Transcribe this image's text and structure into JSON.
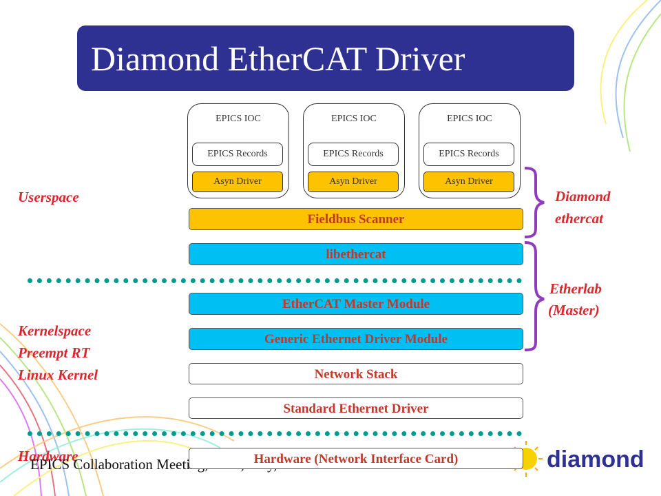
{
  "title": "Diamond EtherCAT Driver",
  "iocs": [
    {
      "label": "EPICS IOC",
      "records": "EPICS Records",
      "driver": "Asyn Driver"
    },
    {
      "label": "EPICS IOC",
      "records": "EPICS Records",
      "driver": "Asyn Driver"
    },
    {
      "label": "EPICS IOC",
      "records": "EPICS Records",
      "driver": "Asyn Driver"
    }
  ],
  "layers": {
    "fieldbus": "Fieldbus Scanner",
    "libethercat": "libethercat",
    "master_module": "EtherCAT Master Module",
    "generic_driver": "Generic Ethernet Driver Module",
    "network_stack": "Network Stack",
    "std_driver": "Standard Ethernet Driver",
    "hardware": "Hardware (Network Interface Card)"
  },
  "side_labels": {
    "userspace": "Userspace",
    "kernel_line1": "Kernelspace",
    "kernel_line2": "Preempt RT",
    "kernel_line3": "Linux Kernel",
    "hardware": "Hardware"
  },
  "brace_labels": {
    "diamond_line1": "Diamond",
    "diamond_line2": "ethercat",
    "etherlab_line1": "Etherlab",
    "etherlab_line2": "(Master)"
  },
  "footer": "EPICS Collaboration Meeting, 2014, Italy, Oct 2014",
  "logo_text": "diamond",
  "colors": {
    "title_bg": "#2e3192",
    "yellow": "#fdc200",
    "cyan": "#00c0f3",
    "label_red": "#d9272e",
    "dots_teal": "#009b8d"
  }
}
